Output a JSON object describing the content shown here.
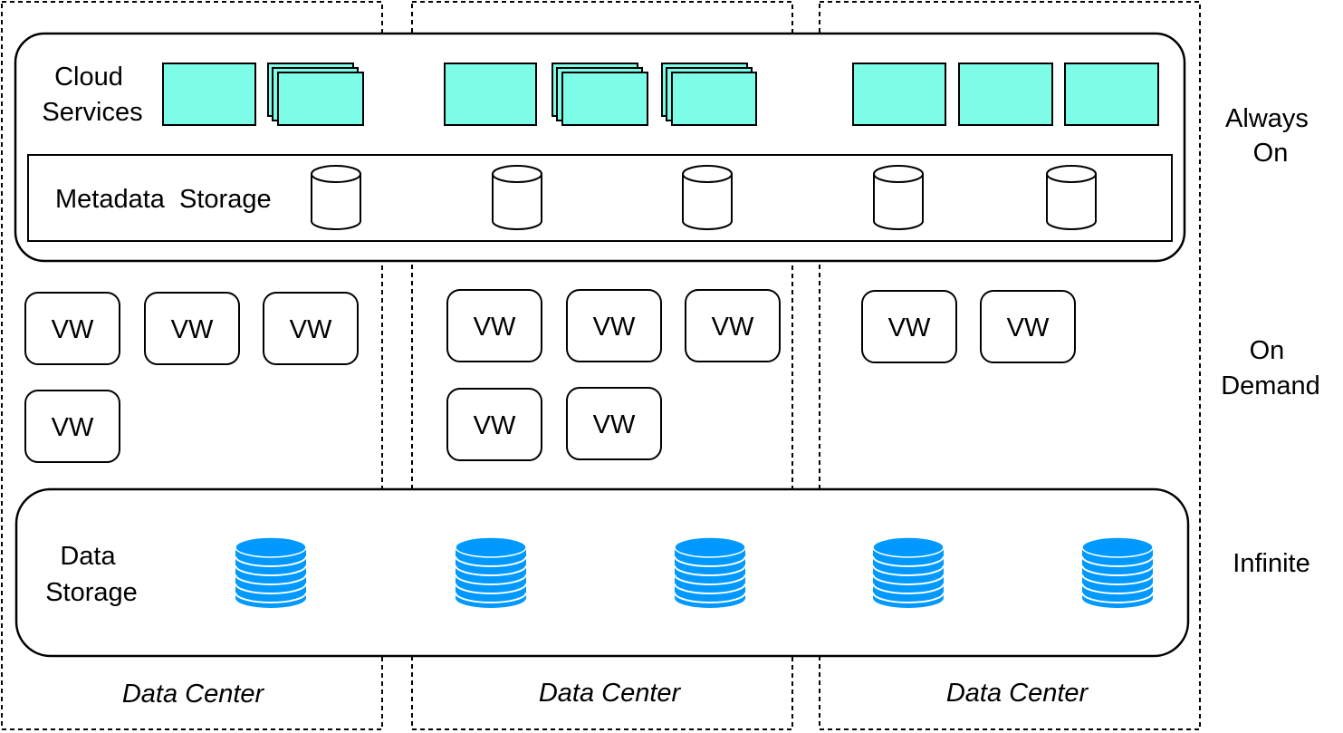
{
  "layers": {
    "cloud_services": "Cloud\nServices",
    "metadata_storage": "Metadata  Storage",
    "data_storage": "Data\nStorage"
  },
  "side_labels": {
    "always_on": "Always\nOn",
    "on_demand": "On\nDemand",
    "infinite": "Infinite"
  },
  "data_centers": [
    {
      "label": "Data Center"
    },
    {
      "label": "Data Center"
    },
    {
      "label": "Data Center"
    }
  ],
  "virtual_warehouses": {
    "label": "VW",
    "per_data_center": [
      4,
      5,
      2
    ]
  },
  "cloud_service_blocks": [
    "single",
    "stacked",
    "single",
    "stacked",
    "stacked",
    "single",
    "single",
    "single"
  ],
  "metadata_cylinder_count": 5,
  "data_storage_cylinder_count": 5,
  "colors": {
    "cloud_service_fill": "#7dfde8",
    "data_storage_fill": "#0099ff",
    "border": "#000000",
    "background": "#ffffff"
  }
}
